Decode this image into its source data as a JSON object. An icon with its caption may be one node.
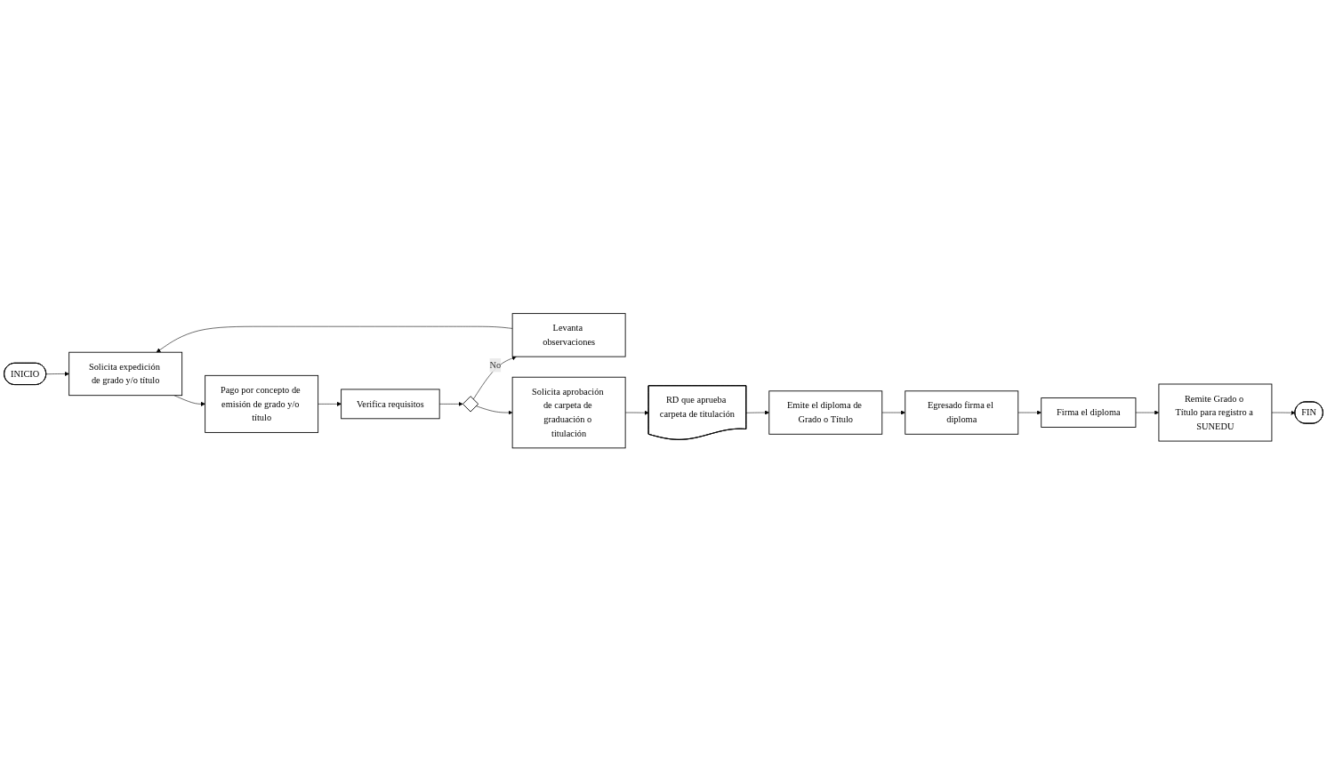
{
  "diagram": {
    "nodes": [
      {
        "text": [
          "INICIO"
        ]
      },
      {
        "text": [
          "Solicita expedición de grado y/o título"
        ]
      },
      {
        "text": [
          "Pago por concepto de emisión de grado y/o título"
        ]
      },
      {
        "text": [
          "Verifica requisitos"
        ]
      },
      {
        "text": [],
        "shape": "diamond"
      },
      {
        "text": [
          "Levanta observaciones"
        ]
      },
      {
        "text": [
          "Solicita aprobación de carpeta de graduación o titulación"
        ]
      },
      {
        "text": [
          "RD que aprueba carpeta de titulación"
        ]
      },
      {
        "text": [
          "Emite el diploma de Grado o Título"
        ]
      },
      {
        "text": [
          "Egresado firma el diploma"
        ]
      },
      {
        "text": [
          "Firma el diploma"
        ]
      },
      {
        "text": [
          "Remite Grado o Título para registro a SUNEDU"
        ]
      },
      {
        "text": [
          "FIN"
        ]
      }
    ],
    "edges": [
      {
        "from": 0,
        "to": 1,
        "arrow": "to"
      },
      {
        "from": 1,
        "to": 2,
        "arrow": "to"
      },
      {
        "from": 2,
        "to": 3,
        "arrow": "to"
      },
      {
        "from": 3,
        "to": 4,
        "arrow": "to"
      },
      {
        "from": 4,
        "to": 5,
        "label": "No",
        "arrow": "to"
      },
      {
        "from": 5,
        "to": 1,
        "arrow": "to"
      },
      {
        "from": 4,
        "to": 6,
        "arrow": "to"
      },
      {
        "from": 6,
        "to": 7,
        "arrow": "to"
      },
      {
        "from": 7,
        "to": 8,
        "arrow": "to"
      },
      {
        "from": 8,
        "to": 9,
        "arrow": "to"
      },
      {
        "from": 9,
        "to": 10,
        "arrow": "to"
      },
      {
        "from": 10,
        "to": 11,
        "arrow": "to"
      },
      {
        "from": 11,
        "to": 12,
        "arrow": "to"
      }
    ]
  }
}
